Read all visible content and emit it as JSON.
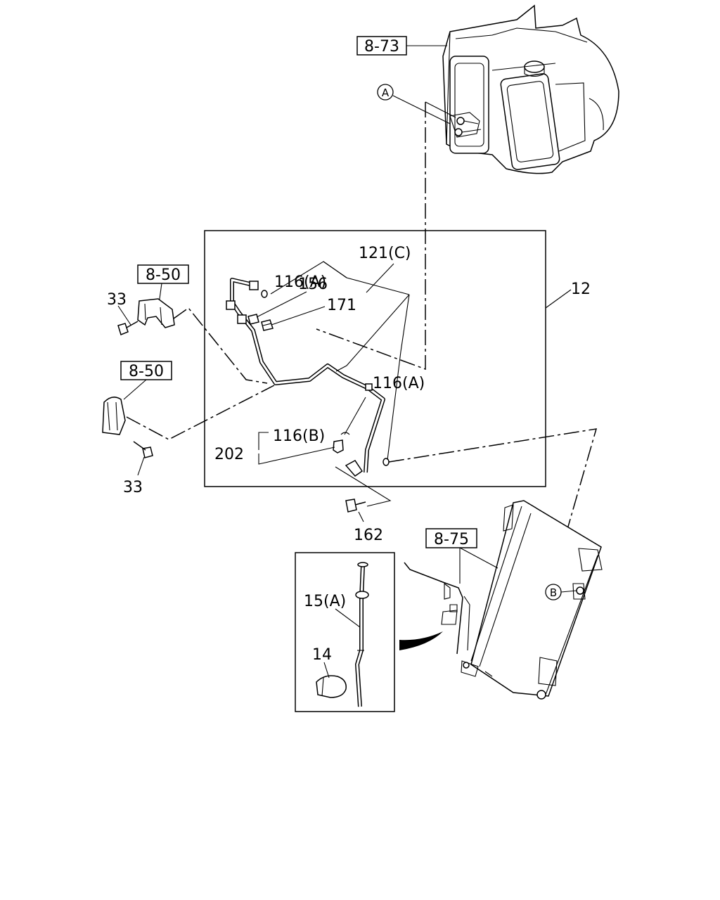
{
  "callouts": {
    "ref_8_73": "8-73",
    "ref_8_50_top": "8-50",
    "ref_8_50_mid": "8-50",
    "ref_8_75": "8-75",
    "circle_a": "A",
    "circle_b": "B"
  },
  "labels": {
    "p12": "12",
    "p33_top": "33",
    "p33_bottom": "33",
    "p116a_top": "116(A)",
    "p121c": "121(C)",
    "p156": "156",
    "p171": "171",
    "p116a_mid": "116(A)",
    "p116b": "116(B)",
    "p202": "202",
    "p162": "162",
    "p15a": "15(A)",
    "p14": "14"
  }
}
